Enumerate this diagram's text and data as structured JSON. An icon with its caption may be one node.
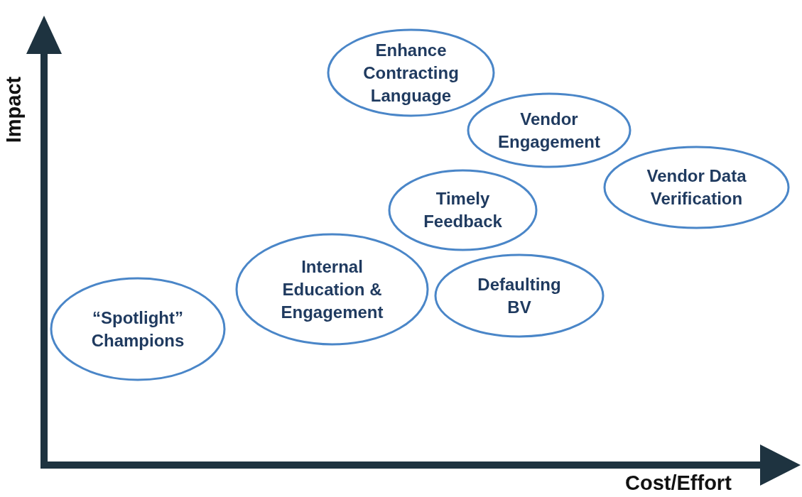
{
  "diagram": {
    "nodes": [
      {
        "text": [
          "Enhance Contracting Language"
        ]
      },
      {
        "text": [
          "Vendor Engagement"
        ]
      },
      {
        "text": [
          "Vendor Data Verification"
        ]
      },
      {
        "text": [
          "Timely Feedback"
        ]
      },
      {
        "text": [
          "Internal Education & Engagement"
        ]
      },
      {
        "text": [
          "Defaulting BV"
        ]
      },
      {
        "text": [
          "“Spotlight” Champions"
        ]
      }
    ],
    "labels": [
      "Impact",
      "Cost/Effort"
    ]
  }
}
